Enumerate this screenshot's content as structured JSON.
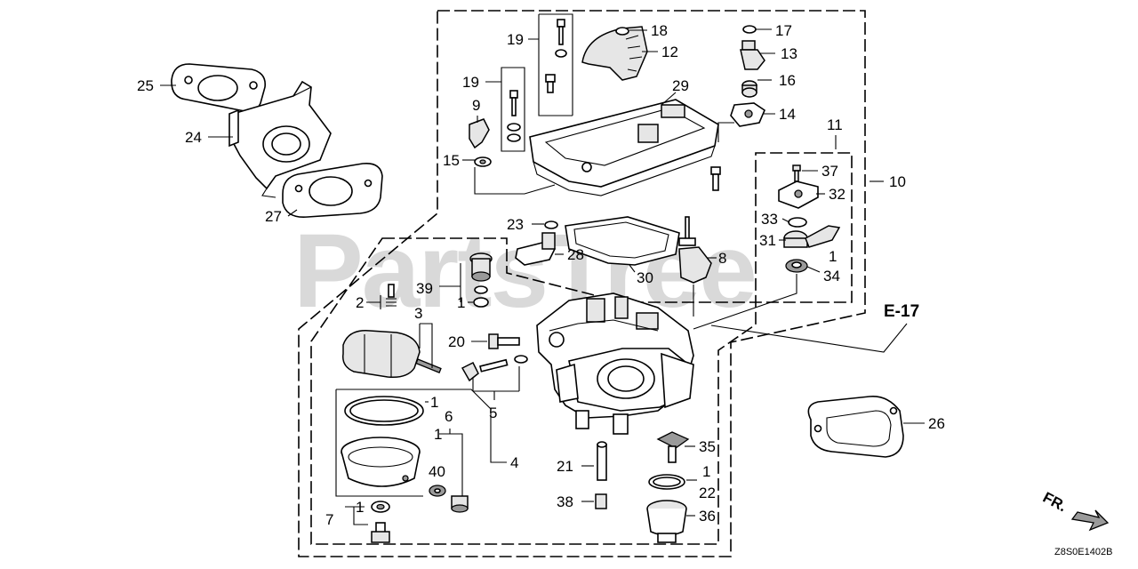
{
  "watermark": "PartsTree",
  "diagram_code": "Z8S0E1402B",
  "ref_label": "E-17",
  "direction_label": "FR.",
  "callouts": {
    "c1a": "1",
    "c1b": "1",
    "c1c": "1",
    "c1d": "1",
    "c1e": "1",
    "c1f": "1",
    "c2": "2",
    "c3": "3",
    "c4": "4",
    "c5": "5",
    "c6": "6",
    "c7": "7",
    "c8": "8",
    "c9": "9",
    "c10": "10",
    "c11": "11",
    "c12": "12",
    "c13": "13",
    "c14": "14",
    "c15": "15",
    "c16": "16",
    "c17": "17",
    "c18": "18",
    "c19a": "19",
    "c19b": "19",
    "c20": "20",
    "c21": "21",
    "c22": "22",
    "c23": "23",
    "c24": "24",
    "c25": "25",
    "c26": "26",
    "c27": "27",
    "c28": "28",
    "c29": "29",
    "c30": "30",
    "c31": "31",
    "c32": "32",
    "c33": "33",
    "c34": "34",
    "c35": "35",
    "c36": "36",
    "c37": "37",
    "c38": "38",
    "c39": "39",
    "c40": "40"
  }
}
